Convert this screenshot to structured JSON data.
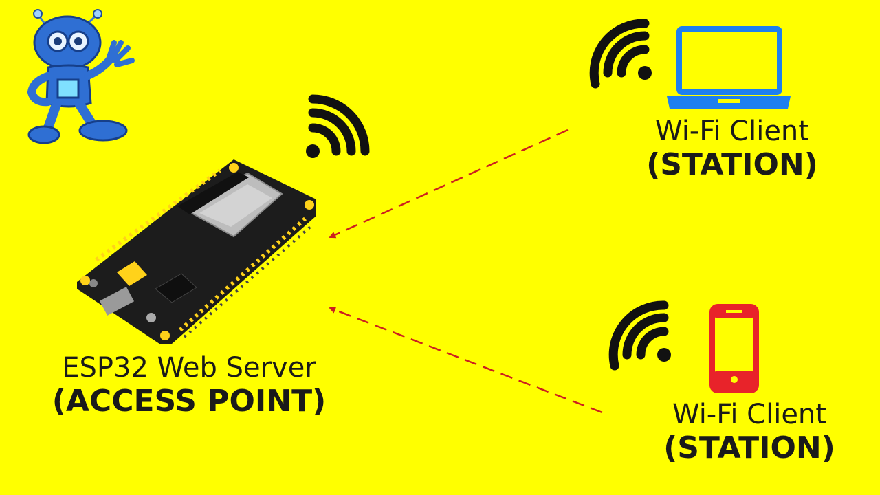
{
  "colors": {
    "background": "#ffff00",
    "arrow": "#cc1f1f",
    "laptop": "#1e7ff0",
    "phone": "#e8232a",
    "wifi": "#111111",
    "board": "#1c1c1c",
    "module": "#bdbdbd"
  },
  "icons": {
    "mascot": "robot-mascot-icon",
    "board": "esp32-board-icon",
    "laptop": "laptop-icon",
    "phone": "smartphone-icon",
    "wifi": "wifi-signal-icon"
  },
  "access_point": {
    "title": "ESP32 Web Server",
    "role": "(ACCESS POINT)"
  },
  "stations": [
    {
      "device": "laptop",
      "title": "Wi-Fi Client",
      "role": "(STATION)"
    },
    {
      "device": "phone",
      "title": "Wi-Fi Client",
      "role": "(STATION)"
    }
  ]
}
